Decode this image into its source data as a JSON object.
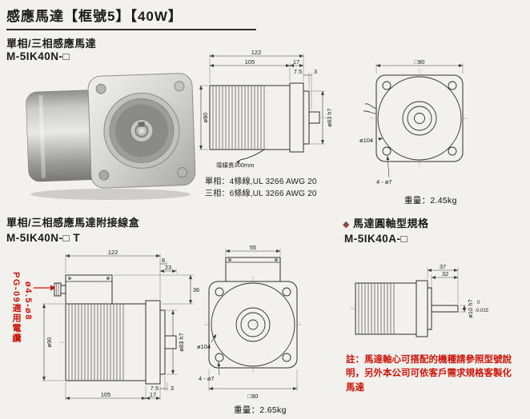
{
  "page": {
    "title": "感應馬達【框號5】【40W】"
  },
  "section1": {
    "heading": "單相/三相感應馬達",
    "model": "M-5IK40N-□"
  },
  "section2": {
    "heading": "單相/三相感應馬達附接線盒",
    "model": "M-5IK40N-□ T"
  },
  "section3": {
    "bullet": "◆",
    "heading": "馬達圓軸型規格",
    "model": "M-5IK40A-□",
    "note": "註：馬達軸心可搭配的機種請參照型號說明，另外本公司可依客戶需求規格客製化馬達"
  },
  "side_view": {
    "dim_total": "122",
    "dim_body": "105",
    "dim_flange": "17",
    "dim_register": "7.5",
    "dim_step": "3",
    "dia_body": "ø90",
    "dia_register": "ø83 h7",
    "lead_label": "導線長300mm",
    "wire_single": "單相：4條線,UL 3266  AWG 20",
    "wire_three": "三相：6條線,UL 3266  AWG 20"
  },
  "front_view": {
    "dim_square": "□90",
    "dia_circle": "ø104",
    "holes": "4 - ø7",
    "weight": "重量：2.45kg"
  },
  "side_view_box": {
    "dim_total": "122",
    "dim_a": "8",
    "dim_b": "23",
    "dim_box": "36",
    "dia_body": "ø90",
    "dia_register": "ø83 h7",
    "dim_register": "7.5",
    "dim_step": "3",
    "dim_body": "105",
    "dim_flange": "17",
    "gland_line1": "PG-09適用電纜",
    "gland_line2": "ø4.5-ø8"
  },
  "front_view_box": {
    "dim_box": "55",
    "dia_circle": "ø104",
    "holes": "4 - ø7",
    "dim_square": "□90",
    "weight": "重量：2.65kg"
  },
  "shaft_view": {
    "dim_total": "37",
    "dim_shaft": "32",
    "dia_shaft": "ø10 h7",
    "tol_upper": "0",
    "tol_lower": "-0.015"
  }
}
